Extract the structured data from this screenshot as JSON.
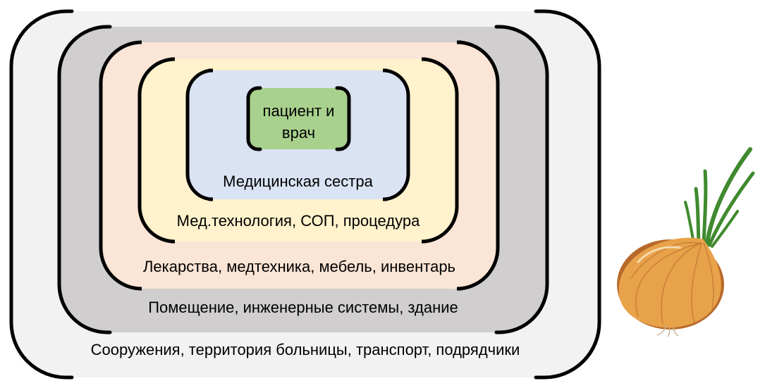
{
  "diagram": {
    "layers": [
      {
        "label": "пациент и врач",
        "fill": "#a9d18e"
      },
      {
        "label": "Медицинская сестра",
        "fill": "#dae3f3"
      },
      {
        "label": "Мед.технология, СОП, процедура",
        "fill": "#fff2cc"
      },
      {
        "label": "Лекарства, медтехника, мебель, инвентарь",
        "fill": "#fbe5d6"
      },
      {
        "label": "Помещение, инженерные системы, здание",
        "fill": "#d0cece"
      },
      {
        "label": "Сооружения, территория больницы, транспорт, подрядчики",
        "fill": "#f2f2f2"
      }
    ],
    "bracket_color": "#000000"
  },
  "illustration": {
    "icon": "sprouting-onion-icon",
    "colors": {
      "bulb": "#e8a24a",
      "bulb_shadow": "#b8692a",
      "sprout": "#3f8a2e"
    }
  }
}
